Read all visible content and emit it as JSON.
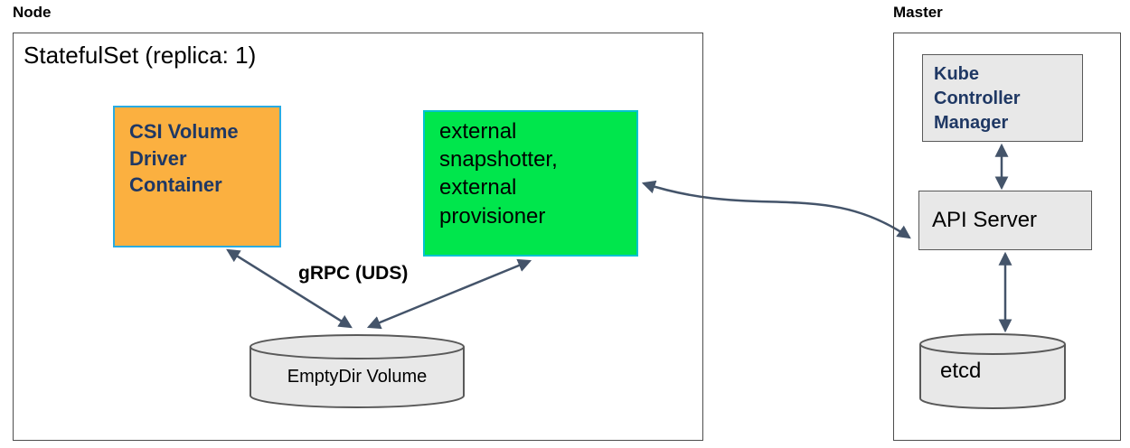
{
  "node_section": {
    "label": "Node",
    "statefulset_title": "StatefulSet (replica: 1)",
    "csi_driver_box_label": "CSI Volume\nDriver\nContainer",
    "sidecar_box_label": "external\nsnapshotter,\nexternal\nprovisioner",
    "grpc_arrow_label": "gRPC (UDS)",
    "emptydir_cylinder_label": "EmptyDir Volume"
  },
  "master_section": {
    "label": "Master",
    "kube_controller_manager_label": "Kube\nController\nManager",
    "api_server_label": "API Server",
    "etcd_label": "etcd"
  },
  "colors": {
    "csi_box_fill": "#FBB040",
    "csi_box_border": "#29ABE2",
    "sidecar_box_fill": "#00E64C",
    "sidecar_box_border": "#00C3D0",
    "dark_label_text": "#1F3864",
    "gray_fill": "#E8E8E8",
    "shape_border": "#595959",
    "arrow_color": "#44546A"
  }
}
